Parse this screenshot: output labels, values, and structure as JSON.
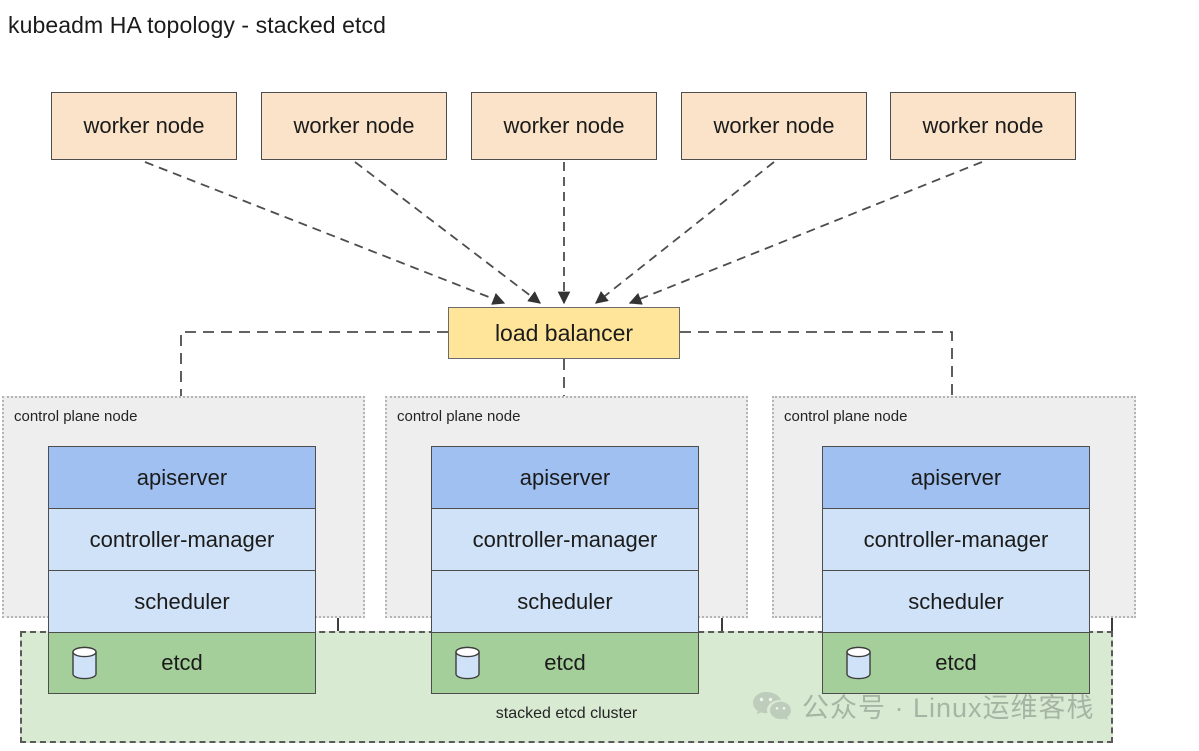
{
  "title": "kubeadm HA topology - stacked etcd",
  "worker_nodes": [
    {
      "label": "worker node"
    },
    {
      "label": "worker node"
    },
    {
      "label": "worker node"
    },
    {
      "label": "worker node"
    },
    {
      "label": "worker node"
    }
  ],
  "load_balancer": {
    "label": "load balancer"
  },
  "control_plane_nodes": [
    {
      "label": "control plane node",
      "components": [
        {
          "name": "apiserver",
          "label": "apiserver"
        },
        {
          "name": "controller-manager",
          "label": "controller-manager"
        },
        {
          "name": "scheduler",
          "label": "scheduler"
        },
        {
          "name": "etcd",
          "label": "etcd",
          "icon": "database-cylinder-icon"
        }
      ]
    },
    {
      "label": "control plane node",
      "components": [
        {
          "name": "apiserver",
          "label": "apiserver"
        },
        {
          "name": "controller-manager",
          "label": "controller-manager"
        },
        {
          "name": "scheduler",
          "label": "scheduler"
        },
        {
          "name": "etcd",
          "label": "etcd",
          "icon": "database-cylinder-icon"
        }
      ]
    },
    {
      "label": "control plane node",
      "components": [
        {
          "name": "apiserver",
          "label": "apiserver"
        },
        {
          "name": "controller-manager",
          "label": "controller-manager"
        },
        {
          "name": "scheduler",
          "label": "scheduler"
        },
        {
          "name": "etcd",
          "label": "etcd",
          "icon": "database-cylinder-icon"
        }
      ]
    }
  ],
  "etcd_cluster": {
    "label": "stacked etcd cluster"
  },
  "watermark": {
    "icon": "wechat-icon",
    "text": "公众号 · Linux运维客栈"
  },
  "colors": {
    "worker_node_fill": "#fae3c8",
    "load_balancer_fill": "#ffe599",
    "apiserver_fill": "#9fc0f0",
    "controller_manager_fill": "#cfe2f7",
    "scheduler_fill": "#cfe2f7",
    "etcd_fill": "#a5cf9a",
    "etcd_cluster_fill": "#d9ead3",
    "control_plane_fill": "#eeeeee",
    "stroke": "#4d4d4d"
  }
}
